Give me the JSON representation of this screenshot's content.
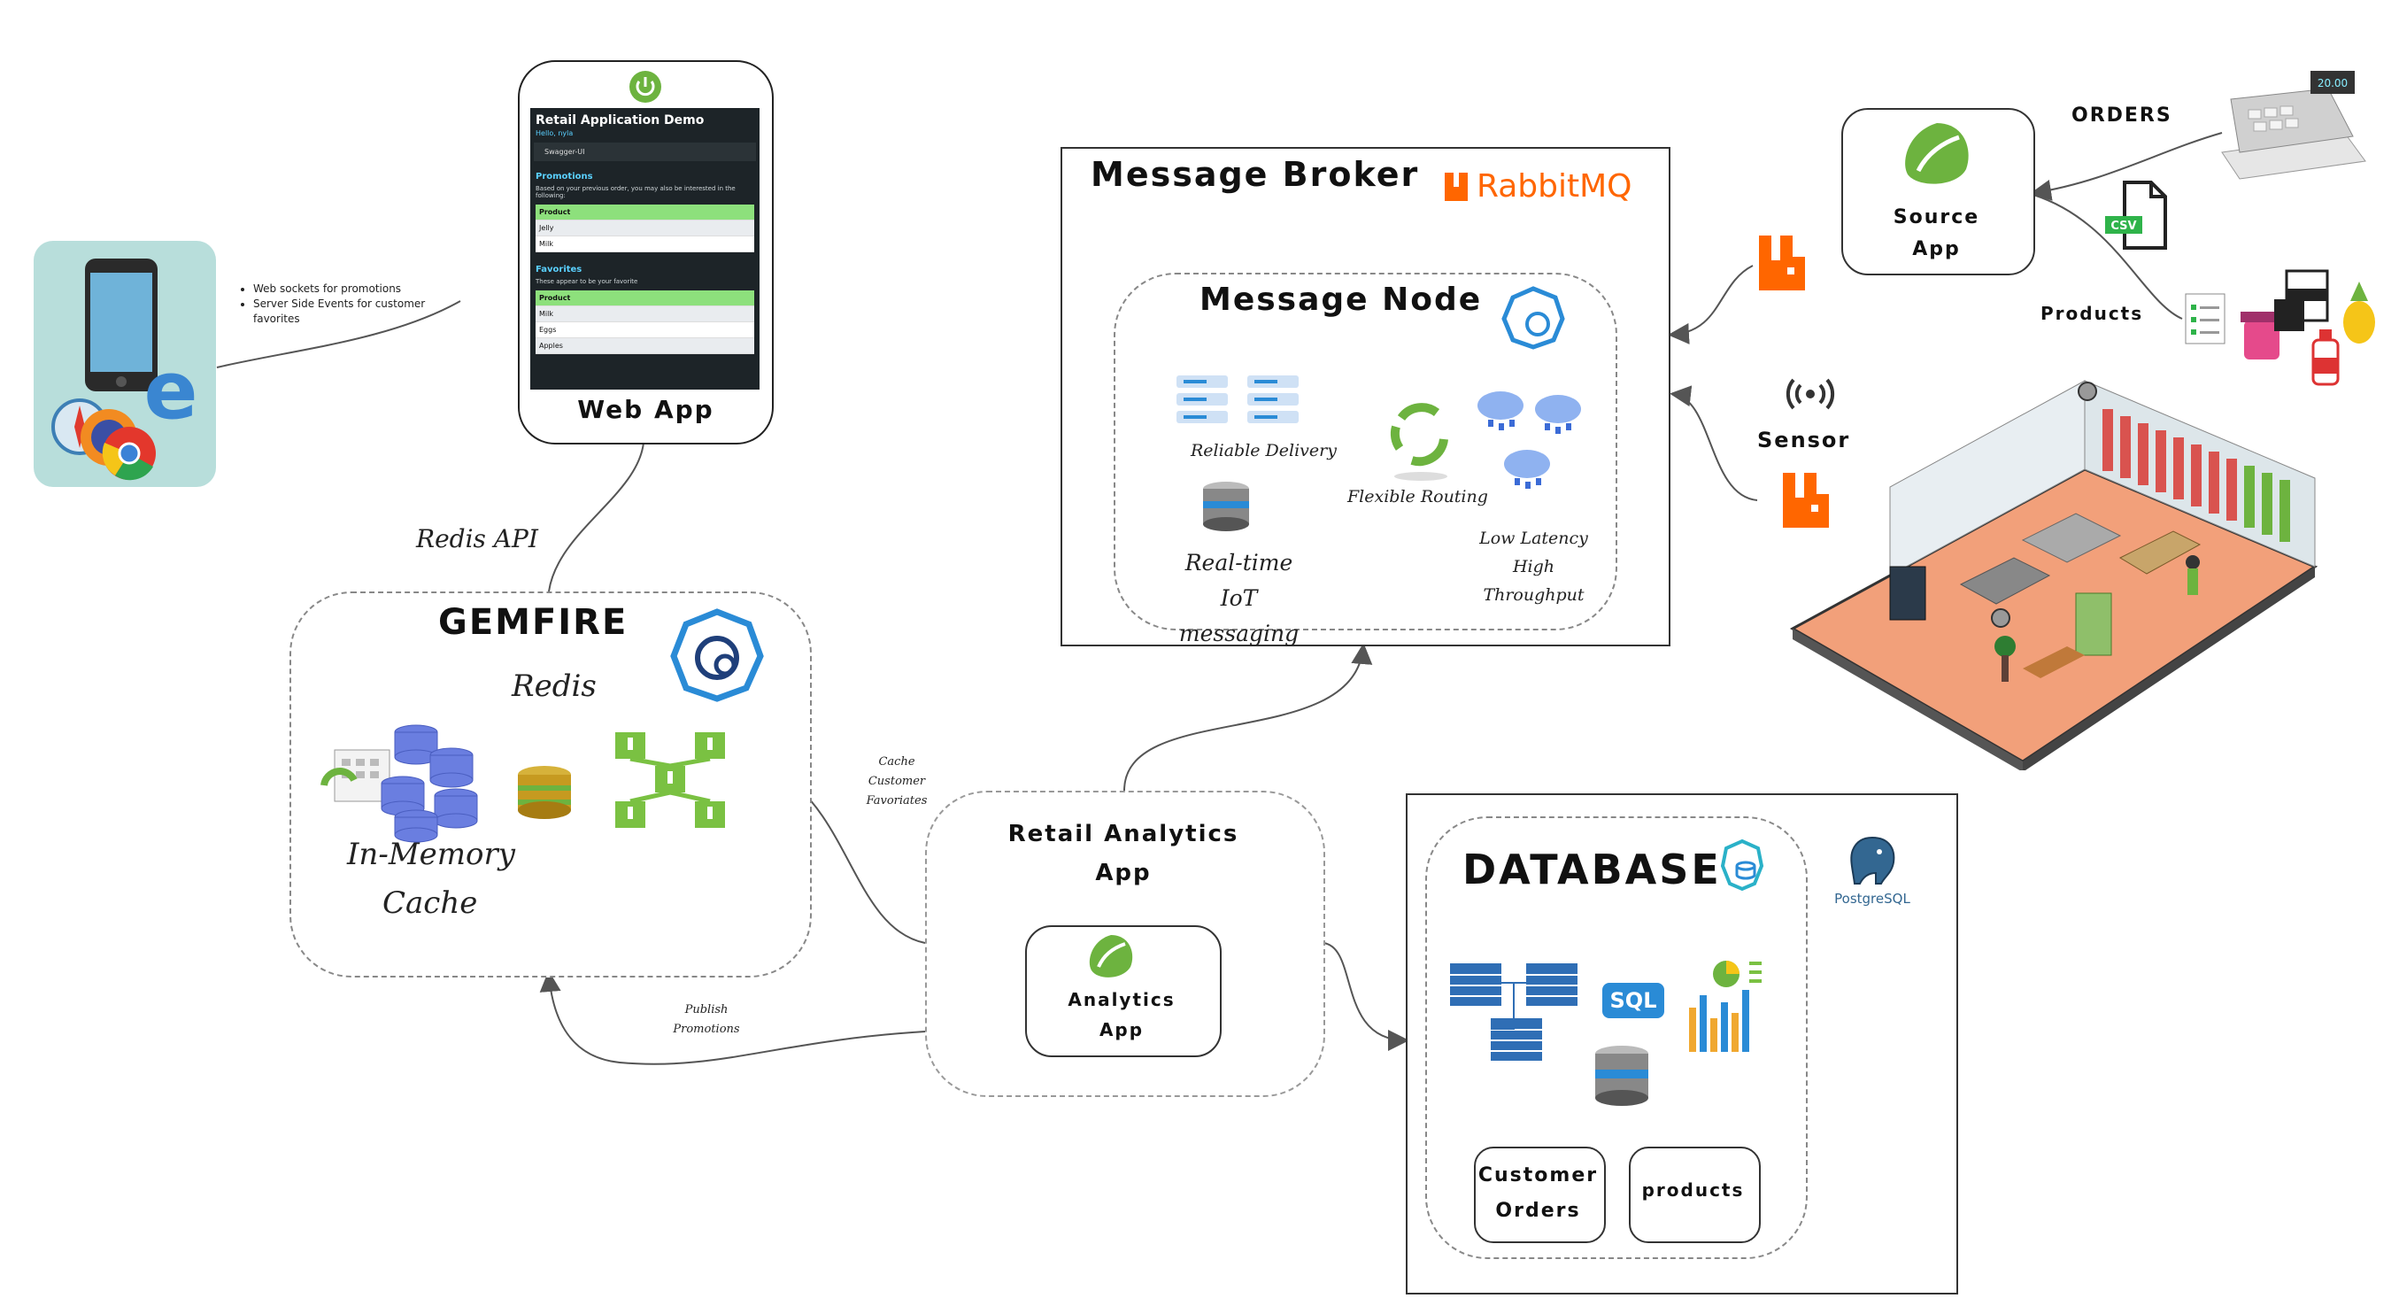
{
  "web_app": {
    "label": "Web App",
    "screen_title": "Retail Application Demo",
    "hello": "Hello, nyla",
    "swagger": "Swagger-UI",
    "promotions_title": "Promotions",
    "promotions_text": "Based on your previous order, you may also be interested in the following:",
    "promotions_header": "Product",
    "promotions_items": [
      "Jelly",
      "Milk"
    ],
    "favorites_title": "Favorites",
    "favorites_text": "These appear to be your favorite",
    "favorites_header": "Product",
    "favorites_items": [
      "Milk",
      "Eggs",
      "Apples"
    ]
  },
  "notes": {
    "bullet_1": "Web sockets for promotions",
    "bullet_2": "Server Side Events for customer favorites"
  },
  "message_broker": {
    "title": "Message Broker",
    "rabbit_logo": "RabbitMQ",
    "node_title": "Message Node",
    "reliable": "Reliable Delivery",
    "flexible": "Flexible Routing",
    "realtime_1": "Real-time",
    "realtime_2": "IoT messaging",
    "latency_1": "Low Latency",
    "latency_2": "High Throughput"
  },
  "gemfire": {
    "title": "GEMFIRE",
    "subtitle": "Redis",
    "cache_1": "In-Memory",
    "cache_2": "Cache"
  },
  "analytics": {
    "title_1": "Retail Analytics",
    "title_2": "App",
    "inner_1": "Analytics",
    "inner_2": "App"
  },
  "database": {
    "title": "DATABASE",
    "postgres": "PostgreSQL",
    "sql": "SQL",
    "customer_orders_1": "Customer",
    "customer_orders_2": "Orders",
    "products": "products"
  },
  "source": {
    "title_1": "Source",
    "title_2": "App",
    "orders": "ORDERS",
    "products": "Products",
    "csv": "CSV",
    "sensor": "Sensor",
    "register_display": "20.00"
  },
  "connectors": {
    "redis_api": "Redis API",
    "cache_fav_1": "Cache",
    "cache_fav_2": "Customer",
    "cache_fav_3": "Favoriates",
    "publish_1": "Publish",
    "publish_2": "Promotions"
  },
  "colors": {
    "spring_green": "#6db33f",
    "rabbit_orange": "#ff6600",
    "db_blue": "#2f6eb5",
    "gemfire_blue": "#1f5fa8",
    "db_purple": "#6a7ee0"
  }
}
